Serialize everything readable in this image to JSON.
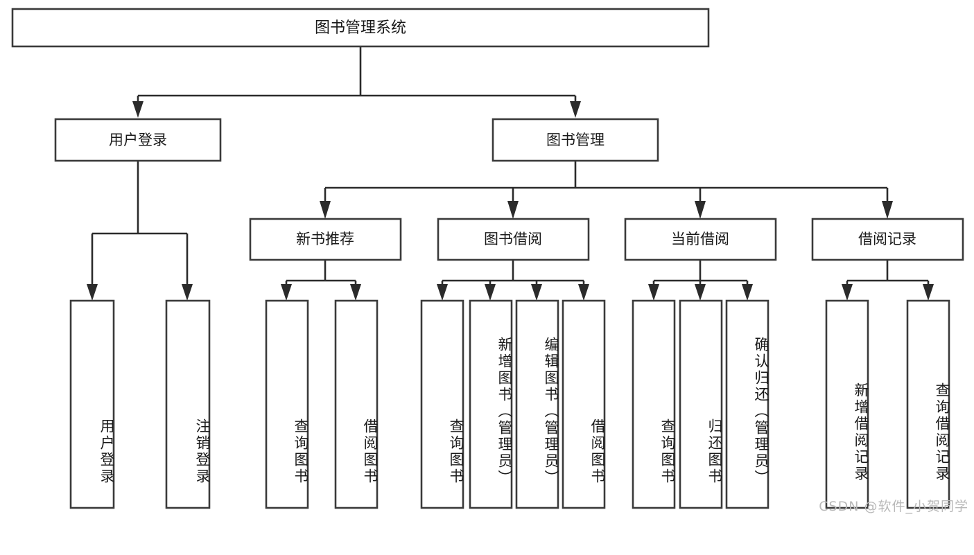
{
  "diagram": {
    "title": "图书管理系统",
    "type": "tree",
    "watermark": "CSDN @软件_小贺同学",
    "colors": {
      "box_stroke": "#3a3a3a",
      "connector": "#2b2b2b",
      "background": "#ffffff",
      "text": "#1a1a1a",
      "watermark": "#b9b9b9"
    },
    "root": {
      "label": "图书管理系统",
      "orientation": "horizontal"
    },
    "level2": [
      {
        "label": "用户登录",
        "orientation": "horizontal"
      },
      {
        "label": "图书管理",
        "orientation": "horizontal"
      }
    ],
    "level3": [
      {
        "label": "新书推荐",
        "orientation": "horizontal",
        "parent": "图书管理"
      },
      {
        "label": "图书借阅",
        "orientation": "horizontal",
        "parent": "图书管理"
      },
      {
        "label": "当前借阅",
        "orientation": "horizontal",
        "parent": "图书管理"
      },
      {
        "label": "借阅记录",
        "orientation": "horizontal",
        "parent": "图书管理"
      }
    ],
    "leaves": [
      {
        "label": "用户登录",
        "parent": "用户登录",
        "orientation": "vertical"
      },
      {
        "label": "注销登录",
        "parent": "用户登录",
        "orientation": "vertical"
      },
      {
        "label": "查询图书",
        "parent": "新书推荐",
        "orientation": "vertical"
      },
      {
        "label": "借阅图书",
        "parent": "新书推荐",
        "orientation": "vertical"
      },
      {
        "label": "查询图书",
        "parent": "图书借阅",
        "orientation": "vertical"
      },
      {
        "label": "新增图书（管理员）",
        "parent": "图书借阅",
        "orientation": "vertical"
      },
      {
        "label": "编辑图书（管理员）",
        "parent": "图书借阅",
        "orientation": "vertical"
      },
      {
        "label": "借阅图书",
        "parent": "图书借阅",
        "orientation": "vertical"
      },
      {
        "label": "查询图书",
        "parent": "当前借阅",
        "orientation": "vertical"
      },
      {
        "label": "归还图书",
        "parent": "当前借阅",
        "orientation": "vertical"
      },
      {
        "label": "确认归还（管理员）",
        "parent": "当前借阅",
        "orientation": "vertical"
      },
      {
        "label": "新增借阅记录",
        "parent": "借阅记录",
        "orientation": "vertical"
      },
      {
        "label": "查询借阅记录",
        "parent": "借阅记录",
        "orientation": "vertical"
      }
    ]
  }
}
